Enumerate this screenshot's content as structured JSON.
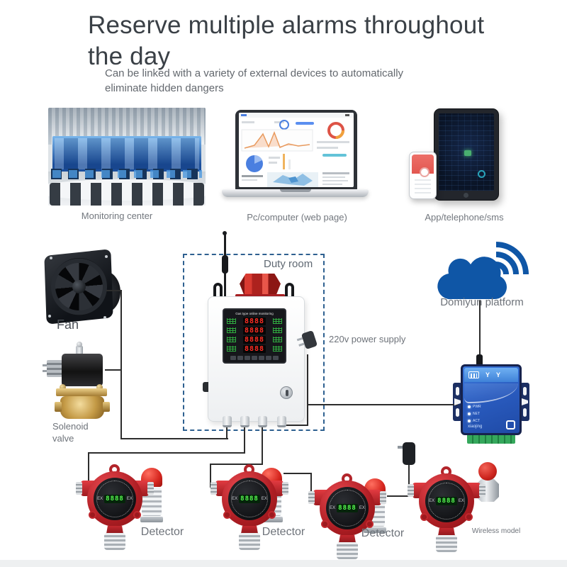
{
  "header": {
    "title_line1": "Reserve multiple alarms throughout",
    "title_line2": "the day",
    "subtitle_line1": "Can be linked with a variety of external devices to automatically",
    "subtitle_line2": "eliminate hidden dangers"
  },
  "top_row": {
    "monitoring_label": "Monitoring center",
    "pc_label": "Pc/computer (web page)",
    "app_label": "App/telephone/sms"
  },
  "middle": {
    "fan_label": "Fan",
    "valve_label_line1": "Solenoid",
    "valve_label_line2": "valve",
    "duty_room_label": "Duty room",
    "power_label": "220v power supply",
    "cloud_label": "Domiyun platform",
    "controller": {
      "panel_title": "Gas type online monitoring",
      "led_rows": [
        "8888",
        "8888",
        "8888",
        "8888"
      ]
    },
    "dtu_label": "xiaojing"
  },
  "bottom": {
    "detector_labels": [
      "Detector",
      "Detector",
      "Detector"
    ],
    "wireless_label": "Wireless model",
    "detector_led": "8888",
    "ex_label": "EX"
  },
  "icons": {
    "cloud": "cloud-icon",
    "wifi": "wifi-arcs-icon",
    "antenna": "antenna-icon",
    "plug": "power-plug-icon",
    "lock": "lock-icon"
  },
  "colors": {
    "accent_blue": "#0f56a6",
    "dashed_border": "#2e6090",
    "detector_red": "#b81f25",
    "led_red": "#ff2d23",
    "led_green": "#59ff52",
    "title_text": "#3a4046",
    "label_text": "#6e737a"
  }
}
